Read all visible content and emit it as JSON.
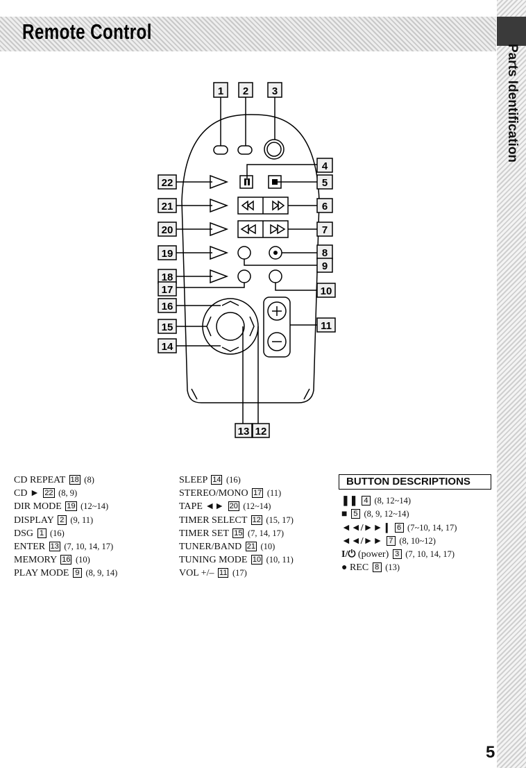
{
  "header": {
    "title": "Remote Control"
  },
  "side_tab": {
    "label": "Parts Identification"
  },
  "diagram": {
    "callouts": [
      "1",
      "2",
      "3",
      "4",
      "5",
      "6",
      "7",
      "8",
      "9",
      "10",
      "11",
      "12",
      "13",
      "14",
      "15",
      "16",
      "17",
      "18",
      "19",
      "20",
      "21",
      "22"
    ]
  },
  "index_left": [
    {
      "name": "CD REPEAT",
      "num": "18",
      "pages": "(8)"
    },
    {
      "name": "CD ►",
      "num": "22",
      "pages": "(8, 9)"
    },
    {
      "name": "DIR MODE",
      "num": "19",
      "pages": "(12~14)"
    },
    {
      "name": "DISPLAY",
      "num": "2",
      "pages": "(9, 11)"
    },
    {
      "name": "DSG",
      "num": "1",
      "pages": "(16)"
    },
    {
      "name": "ENTER",
      "num": "13",
      "pages": "(7, 10, 14, 17)"
    },
    {
      "name": "MEMORY",
      "num": "16",
      "pages": "(10)"
    },
    {
      "name": "PLAY MODE",
      "num": "9",
      "pages": "(8, 9, 14)"
    }
  ],
  "index_middle": [
    {
      "name": "SLEEP",
      "num": "14",
      "pages": "(16)"
    },
    {
      "name": "STEREO/MONO",
      "num": "17",
      "pages": "(11)"
    },
    {
      "name": "TAPE ◄►",
      "num": "20",
      "pages": "(12~14)"
    },
    {
      "name": "TIMER SELECT",
      "num": "12",
      "pages": "(15, 17)"
    },
    {
      "name": "TIMER SET",
      "num": "15",
      "pages": "(7, 14, 17)"
    },
    {
      "name": "TUNER/BAND",
      "num": "21",
      "pages": "(10)"
    },
    {
      "name": "TUNING MODE",
      "num": "10",
      "pages": "(10, 11)"
    },
    {
      "name": "VOL +/–",
      "num": "11",
      "pages": "(17)"
    }
  ],
  "button_descriptions": {
    "title": "BUTTON DESCRIPTIONS",
    "items": [
      {
        "symbol": "❚❚",
        "name": "",
        "num": "4",
        "pages": "(8, 12~14)"
      },
      {
        "symbol": "■",
        "name": "",
        "num": "5",
        "pages": "(8, 9, 12~14)"
      },
      {
        "symbol": "◄◄/►►❙",
        "name": "",
        "num": "6",
        "pages": "(7~10, 14, 17)"
      },
      {
        "symbol": "◄◄/►►",
        "name": "",
        "num": "7",
        "pages": "(8, 10~12)"
      },
      {
        "symbol": "I/⏻",
        "name": "(power)",
        "num": "3",
        "pages": "(7, 10, 14, 17)"
      },
      {
        "symbol": "●",
        "name": "REC",
        "num": "8",
        "pages": "(13)"
      }
    ]
  },
  "page_number": "5"
}
